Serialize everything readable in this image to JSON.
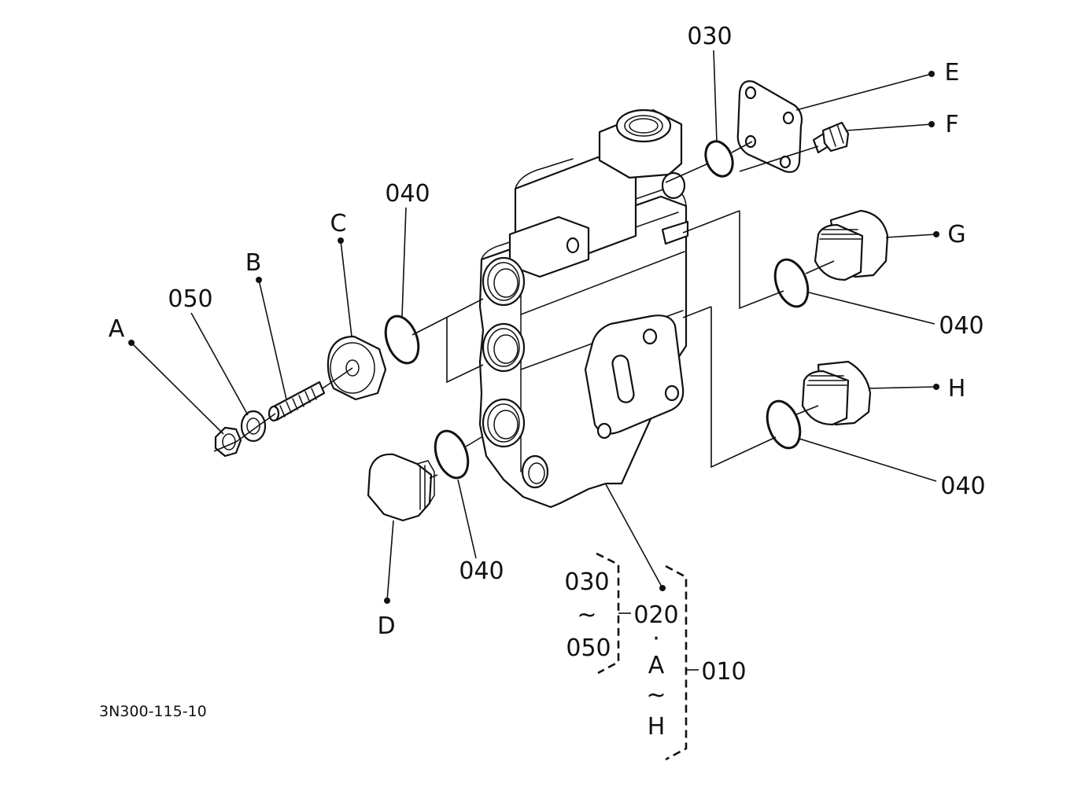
{
  "diagram": {
    "drawing_number": "3N300-115-10",
    "callouts": {
      "A": "A",
      "B": "B",
      "C": "C",
      "D": "D",
      "E": "E",
      "F": "F",
      "G": "G",
      "H": "H",
      "p030_top": "030",
      "p040_c": "040",
      "p050": "050",
      "p040_d": "040",
      "p040_g": "040",
      "p040_h": "040"
    },
    "assembly": {
      "range_top": "030",
      "range_tilde": "~",
      "range_bottom": "050",
      "group_020": "020",
      "dot": "·",
      "letter_a": "A",
      "letter_tilde": "~",
      "letter_h": "H",
      "group_010": "010"
    }
  }
}
